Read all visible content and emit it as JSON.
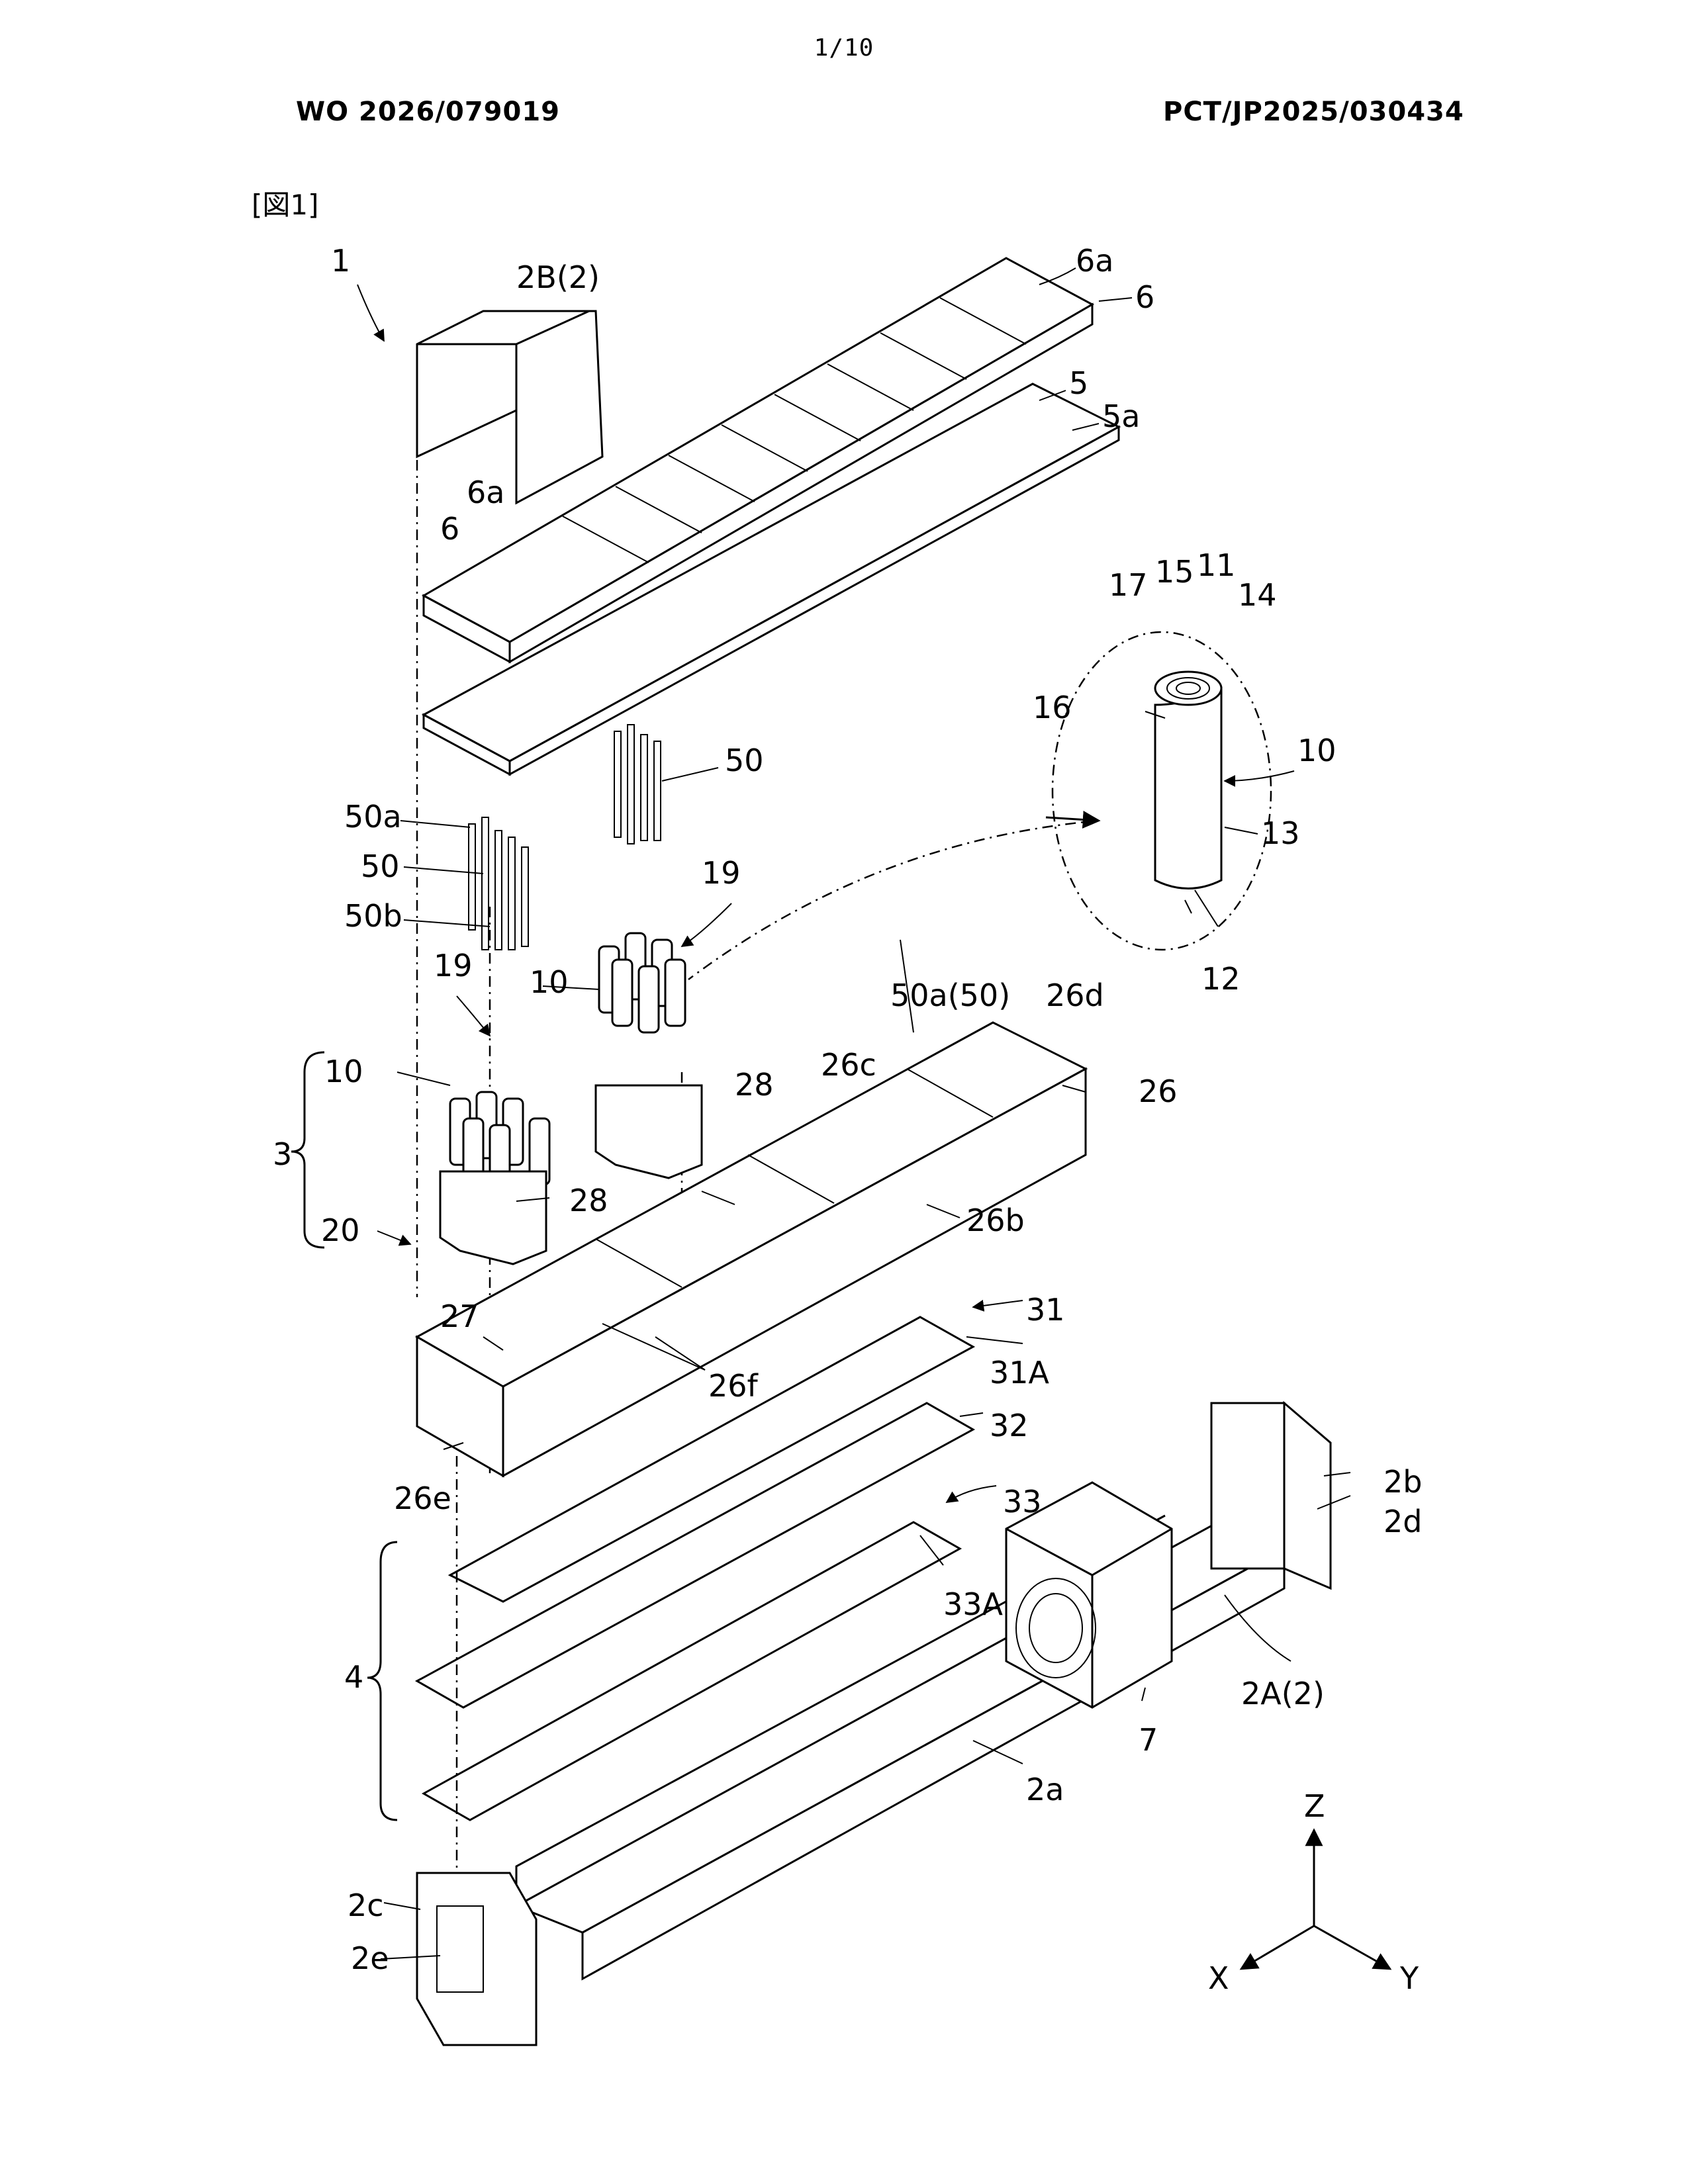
{
  "header": {
    "page_number": "1/10",
    "publication_number": "WO 2026/079019",
    "application_number": "PCT/JP2025/030434"
  },
  "figure": {
    "label": "[図1]",
    "refs": {
      "r1": "1",
      "r2B": "2B(2)",
      "r6a_top": "6a",
      "r6_top": "6",
      "r5": "5",
      "r5a": "5a",
      "r6a_left": "6a",
      "r6_left": "6",
      "r17": "17",
      "r15": "15",
      "r11": "11",
      "r14": "14",
      "r16": "16",
      "r10_cell": "10",
      "r13": "13",
      "r12": "12",
      "r50_right": "50",
      "r50a": "50a",
      "r50_left": "50",
      "r50b": "50b",
      "r19_right": "19",
      "r10_right": "10",
      "r19_left": "19",
      "r10_left": "10",
      "r3": "3",
      "r20": "20",
      "r28_right": "28",
      "r28_left": "28",
      "r50a50": "50a(50)",
      "r26d": "26d",
      "r26c": "26c",
      "r26": "26",
      "r26b": "26b",
      "r27": "27",
      "r26f": "26f",
      "r26e": "26e",
      "r31": "31",
      "r31A": "31A",
      "r32": "32",
      "r33": "33",
      "r33A": "33A",
      "r4": "4",
      "r2b": "2b",
      "r2d": "2d",
      "r2A": "2A(2)",
      "r7": "7",
      "r2a": "2a",
      "r2c": "2c",
      "r2e": "2e",
      "axis_z": "Z",
      "axis_x": "X",
      "axis_y": "Y"
    }
  }
}
